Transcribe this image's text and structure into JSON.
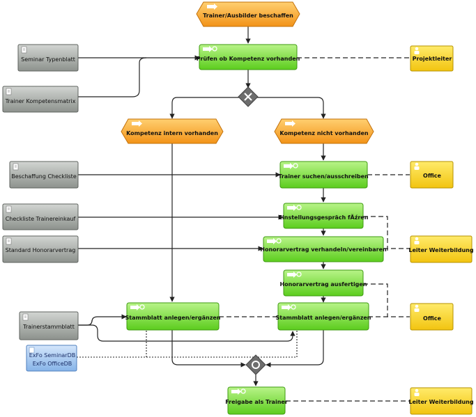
{
  "events": {
    "start": "Trainer/Ausbilder beschaffen",
    "intern": "Kompetenz intern vorhanden",
    "nicht": "Kompetenz nicht vorhanden"
  },
  "functions": {
    "pruefen": "Prüfen ob Kompetenz vorhanden",
    "suchen": "Trainer suchen/ausschreiben",
    "einstellung": "Einstellungsgespräch fĂźren",
    "honorar_verhandeln": "Honorarvertrag verhandeln/vereinbaren",
    "honorar_ausfertigen": "Honorarvertrag ausfertigen",
    "stamm_left": "Stammblatt anlegen/ergänzen",
    "stamm_right": "Stammblatt anlegen/ergänzen",
    "freigabe": "Freigabe als Trainer"
  },
  "documents": {
    "seminar_typenblatt": "Seminar Typenblatt",
    "kompetenzmatrix": "Trainer Kompetensmatrix",
    "beschaffung": "Beschaffung Checkliste",
    "checkliste": "Checkliste Trainereinkauf",
    "honorarvertrag": "Standard Honorarvertrag",
    "stammblatt": "Trainerstammblatt"
  },
  "database": {
    "line1": "ExFo SeminarDB",
    "line2": "ExFo OfficeDB"
  },
  "roles": {
    "projektleiter": "Projektleiter",
    "office1": "Office",
    "leiter1": "Leiter Weiterbildung",
    "office2": "Office",
    "leiter2": "Leiter Weiterbildung"
  },
  "connectors": {
    "xor": "XOR",
    "or": "OR"
  },
  "colors": {
    "event": "#f7a020",
    "function": "#7ce03a",
    "role": "#f8d21a",
    "document": "#9aa09a",
    "database": "#9cc2ee",
    "connector": "#666666"
  }
}
